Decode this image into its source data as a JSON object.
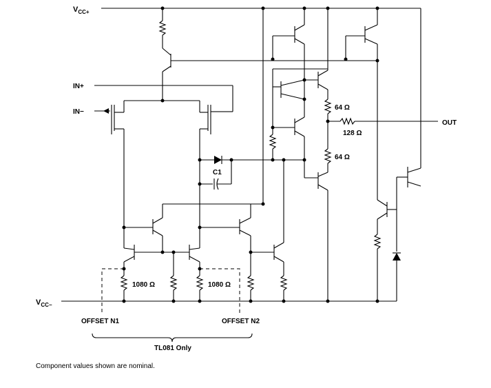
{
  "rails": {
    "vcc_plus": {
      "main": "V",
      "sub": "CC+"
    },
    "vcc_minus": {
      "main": "V",
      "sub": "CC−"
    }
  },
  "inputs": {
    "in_plus": "IN+",
    "in_minus": "IN−"
  },
  "output": "OUT",
  "components": {
    "r_out_top": "64 Ω",
    "r_out_mid": "128 Ω",
    "r_out_bot": "64 Ω",
    "c1": "C1",
    "r_offset_left": "1080 Ω",
    "r_offset_right": "1080 Ω"
  },
  "offset": {
    "n1": "OFFSET N1",
    "n2": "OFFSET N2"
  },
  "brace_label": "TL081 Only",
  "footnote": "Component values shown are nominal."
}
